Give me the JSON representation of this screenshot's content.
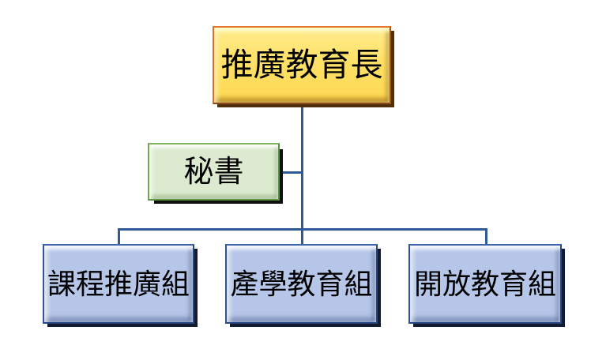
{
  "org": {
    "root": {
      "label": "推廣教育長"
    },
    "secretary": {
      "label": "秘書"
    },
    "departments": [
      {
        "label": "課程推廣組"
      },
      {
        "label": "產學教育組"
      },
      {
        "label": "開放教育組"
      }
    ]
  },
  "colors": {
    "background": "#ffffff",
    "text": "#000000",
    "connector": "#2e5b97",
    "root_fill": "#ffe26b",
    "root_border": "#d2691a",
    "root_shadow": "#4f2f0c",
    "secretary_fill": "#dcebd0",
    "secretary_border": "#71a850",
    "secretary_shadow": "#0c100a",
    "dept_fill": "#b6c6e8",
    "dept_border": "#2f5597",
    "dept_shadow": "#121b32"
  }
}
